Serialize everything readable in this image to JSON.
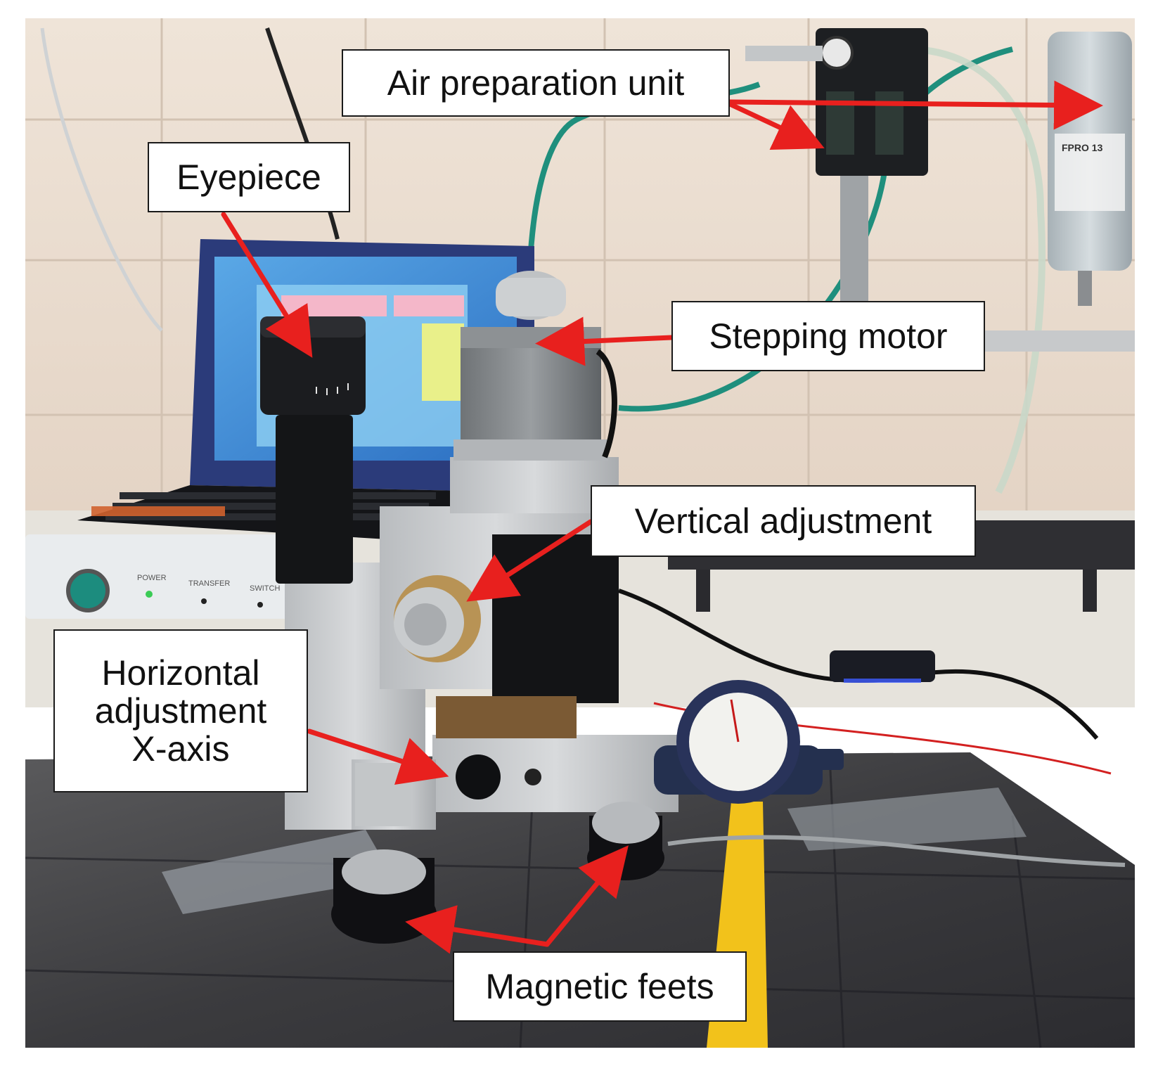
{
  "figure": {
    "labels": {
      "air_preparation_unit": "Air preparation unit",
      "eyepiece": "Eyepiece",
      "stepping_motor": "Stepping motor",
      "vertical_adjustment": "Vertical adjustment",
      "horizontal_adjustment": [
        "Horizontal",
        "adjustment",
        "X-axis"
      ],
      "magnetic_feets": "Magnetic feets"
    },
    "device_text": {
      "filter_label": "FPRO 13",
      "control_box_power": "POWER",
      "control_box_transfer": "TRANSFER",
      "control_box_switch": "SWITCH"
    },
    "colors": {
      "arrow": "#e8201e",
      "callout_border": "#1a1a1a",
      "callout_fill": "#ffffff",
      "wall_tile": "#ede0d3",
      "tape": "#f2c21b"
    }
  }
}
